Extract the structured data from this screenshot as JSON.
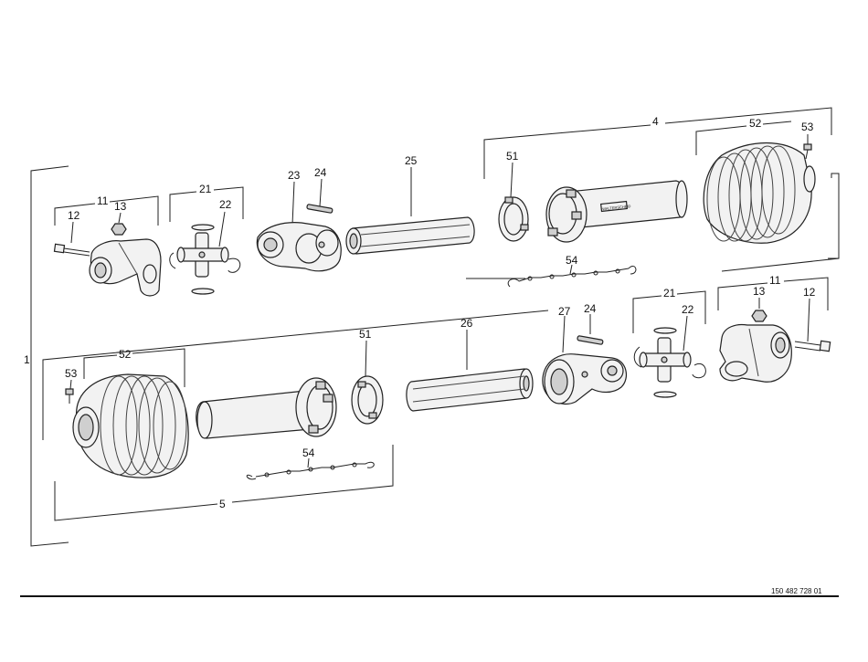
{
  "drawing": {
    "document_number": "150 482 728 01",
    "callouts": {
      "assembly": "1",
      "outer_tube_group": "4",
      "inner_tube_group": "5",
      "yoke_group_left": "11",
      "yoke_group_right": "11",
      "bolt_left": "12",
      "bolt_right": "12",
      "nut_left": "13",
      "nut_right": "13",
      "cross_kit_left": "21",
      "cross_kit_right": "21",
      "circlip_left": "22",
      "circlip_right": "22",
      "outer_inboard_yoke": "23",
      "spring_pin_top": "24",
      "spring_pin_bottom": "24",
      "outer_tube": "25",
      "inner_tube": "26",
      "inner_inboard_yoke": "27",
      "guard_cone_top": "52",
      "guard_cone_bottom": "52",
      "screw_top": "53",
      "screw_bottom": "53",
      "bearing_ring_top": "51",
      "bearing_ring_bottom": "51",
      "chain_top": "54",
      "chain_bottom": "54"
    },
    "tube_mark": "WALTERSCHEID"
  }
}
